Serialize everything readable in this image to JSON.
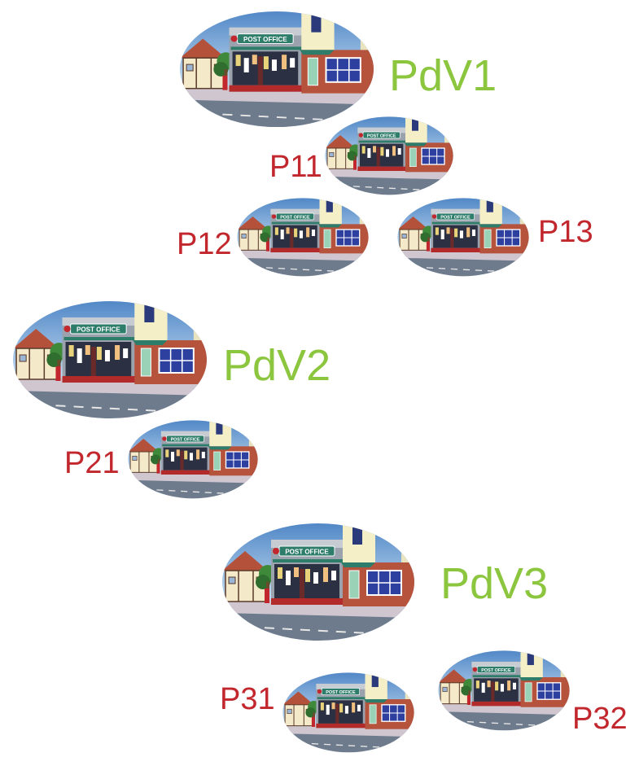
{
  "colors": {
    "primary_label": "#8cc63f",
    "secondary_label": "#c1272d"
  },
  "shop_sign_text": "POST OFFICE",
  "nodes": [
    {
      "label": "PdV1",
      "icon": "post-office-icon"
    },
    {
      "label": "P11",
      "icon": "post-office-icon"
    },
    {
      "label": "P12",
      "icon": "post-office-icon"
    },
    {
      "label": "P13",
      "icon": "post-office-icon"
    },
    {
      "label": "PdV2",
      "icon": "post-office-icon"
    },
    {
      "label": "P21",
      "icon": "post-office-icon"
    },
    {
      "label": "PdV3",
      "icon": "post-office-icon"
    },
    {
      "label": "P31",
      "icon": "post-office-icon"
    },
    {
      "label": "P32",
      "icon": "post-office-icon"
    }
  ]
}
